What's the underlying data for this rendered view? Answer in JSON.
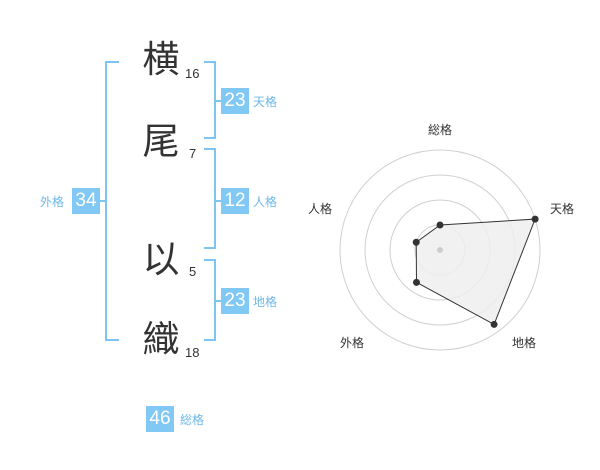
{
  "name_chars": [
    {
      "char": "横",
      "strokes": "16"
    },
    {
      "char": "尾",
      "strokes": "7"
    },
    {
      "char": "以",
      "strokes": "5"
    },
    {
      "char": "織",
      "strokes": "18"
    }
  ],
  "kaku": {
    "tenkaku": {
      "label": "天格",
      "value": "23"
    },
    "jinkaku": {
      "label": "人格",
      "value": "12"
    },
    "chikaku": {
      "label": "地格",
      "value": "23"
    },
    "gaikaku": {
      "label": "外格",
      "value": "34"
    },
    "soukaku": {
      "label": "総格",
      "value": "46"
    }
  },
  "colors": {
    "accent": "#82c8f5",
    "bracket": "#7ec4f0",
    "label": "#6cb8e8",
    "radar_fill": "#efefef",
    "radar_stroke": "#333333",
    "ring": "#d0d0d0"
  },
  "chart_data": {
    "type": "radar",
    "axes": [
      "総格",
      "天格",
      "地格",
      "外格",
      "人格"
    ],
    "rings": 4,
    "values": [
      0.25,
      1.0,
      0.92,
      0.4,
      0.25
    ]
  }
}
